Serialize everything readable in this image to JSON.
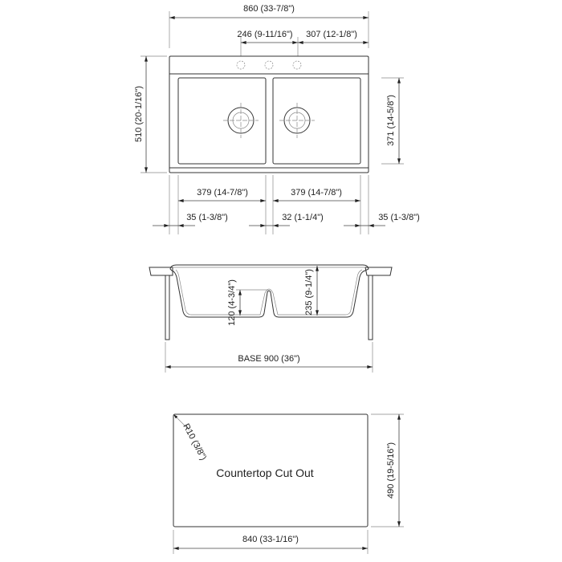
{
  "top_view": {
    "overall_width": "860 (33-7/8\")",
    "faucet_spacing": "246 (9-11/16\")",
    "faucet_to_edge": "307 (12-1/8\")",
    "overall_depth": "510 (20-1/16\")",
    "bowl_depth": "371 (14-5/8\")",
    "left_bowl_width": "379 (14-7/8\")",
    "right_bowl_width": "379 (14-7/8\")",
    "left_rim": "35 (1-3/8\")",
    "divider": "32 (1-1/4\")",
    "right_rim": "35 (1-3/8\")"
  },
  "side_view": {
    "divider_height": "120 (4-3/4\")",
    "bowl_height": "235 (9-1/4\")",
    "base": "BASE 900 (36\")"
  },
  "cutout": {
    "label": "Countertop Cut Out",
    "radius": "R10 (3/8\")",
    "depth": "490 (19-5/16\")",
    "width": "840 (33-1/16\")"
  }
}
